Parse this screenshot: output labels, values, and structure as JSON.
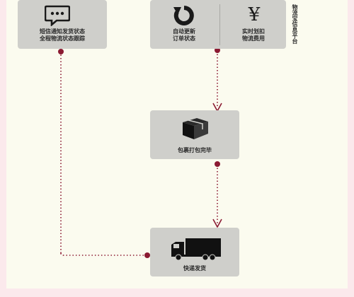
{
  "diagram": {
    "side_title": "物流宝信息平台",
    "nodes": {
      "sms": {
        "label": "短信通知发货状态\n全程物流状态跟踪",
        "icon": "chat-bubble-icon"
      },
      "auto_update": {
        "label": "自动更新\n订单状态",
        "icon": "refresh-icon"
      },
      "realtime_fee": {
        "label": "实时划扣\n物流费用",
        "icon": "yen-icon",
        "glyph": "¥"
      },
      "packing": {
        "label": "包裹打包完毕",
        "icon": "package-box-icon"
      },
      "shipping": {
        "label": "快递发货",
        "icon": "truck-icon"
      }
    },
    "colors": {
      "connector": "#8b1a32",
      "node_bg": "#cfcfcb",
      "icon": "#1a1a1a"
    }
  }
}
